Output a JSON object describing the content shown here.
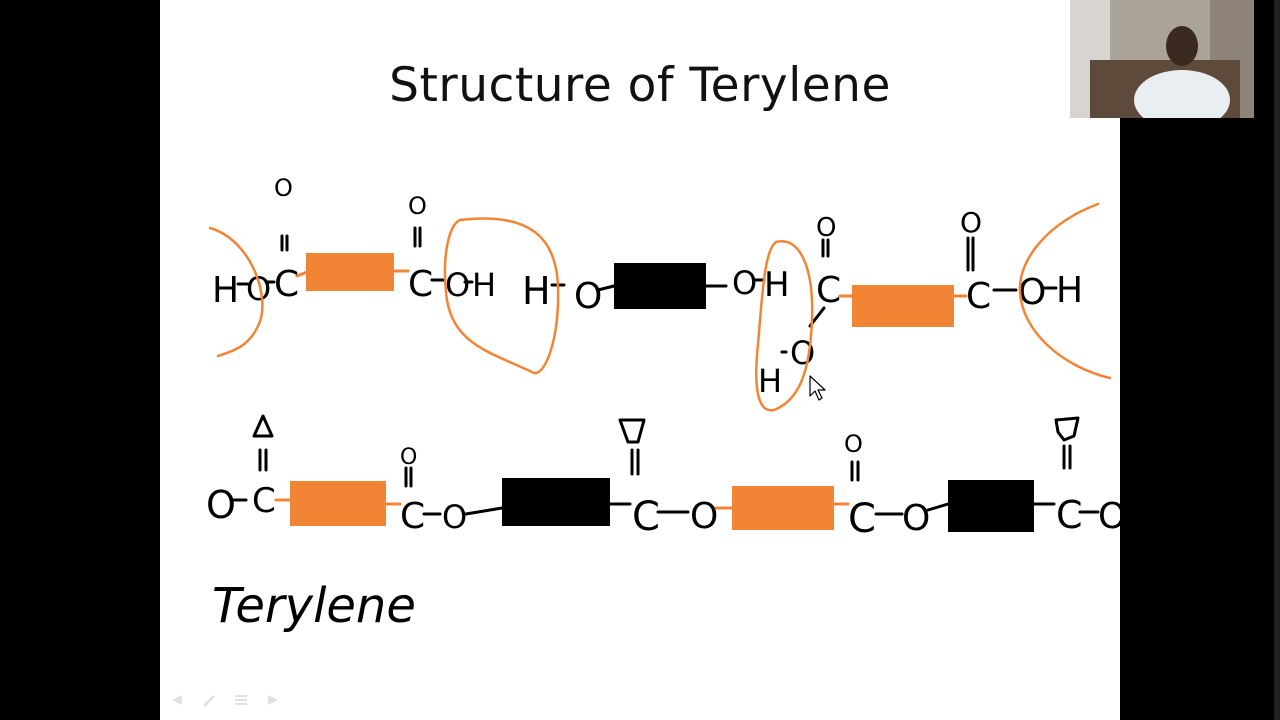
{
  "slide": {
    "title": "Structure of Terylene",
    "handwritten_label": "Terylene",
    "atom_labels": {
      "H": "H",
      "O": "O",
      "C": "C",
      "double_bond": "="
    }
  },
  "colors": {
    "slide_background": "#ffffff",
    "screen_background": "#000000",
    "benzene_block": "#f28535",
    "ethylene_block": "#000000",
    "ink": "#000000",
    "circle_annotation": "#f28535"
  },
  "icons": [
    "previous-icon",
    "pen-icon",
    "menu-icon",
    "next-icon",
    "cursor-icon"
  ],
  "webcam": {
    "visible": true
  }
}
